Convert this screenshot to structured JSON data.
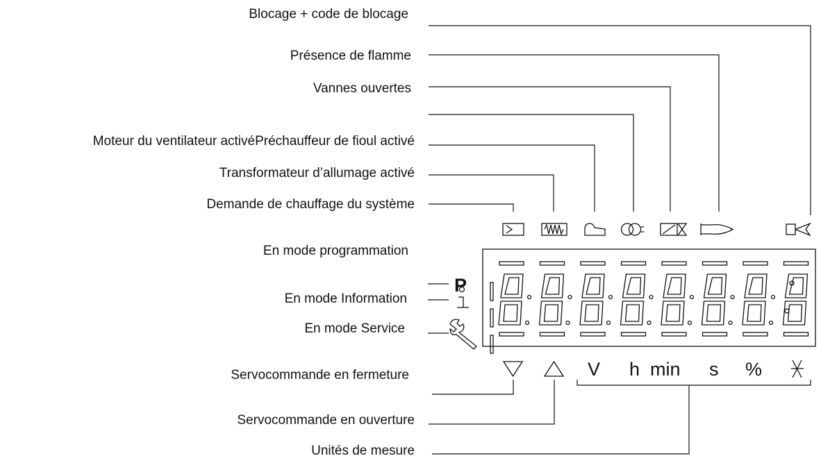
{
  "labels": {
    "blocage": "Blocage + code de blocage",
    "flamme": "Présence de flamme",
    "vannes": "Vannes ouvertes",
    "ventilateur_prechauffeur": "Moteur du ventilateur activéPréchauffeur de fioul activé",
    "transformateur": "Transformateur d’allumage activé",
    "demande": "Demande de chauffage du système",
    "programmation": "En mode programmation",
    "information": "En mode Information",
    "service": "En mode Service",
    "servo_fermeture": "Servocommande en fermeture",
    "servo_ouverture": "Servocommande en ouverture",
    "unites": "Unités de mesure"
  },
  "display": {
    "program_glyph": "P",
    "units": [
      "V",
      "h",
      "min",
      "s",
      "%"
    ]
  },
  "icons": [
    "heat-request-icon",
    "ignition-transformer-icon",
    "oil-preheater-icon",
    "fan-motor-icon",
    "valves-icon",
    "flame-icon",
    "lockout-icon",
    "programming-icon",
    "info-icon",
    "service-wrench-icon",
    "triangle-down-icon",
    "triangle-up-icon",
    "fuel-unit-icon"
  ]
}
